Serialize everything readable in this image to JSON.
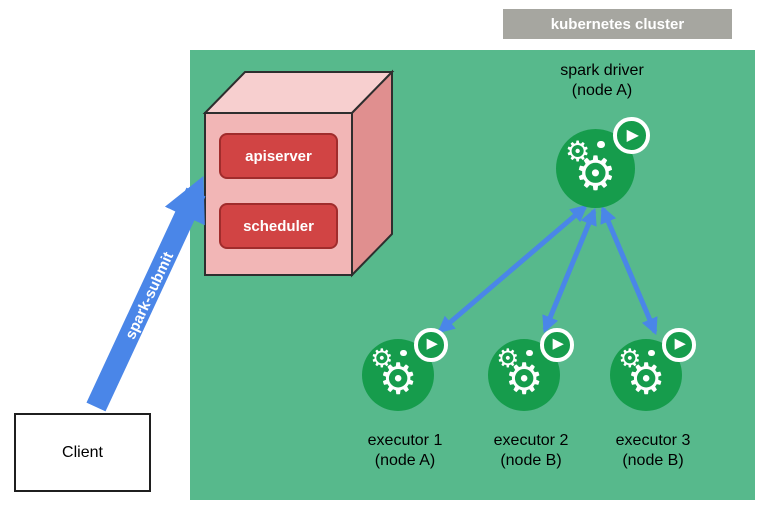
{
  "labels": {
    "cluster": "kubernetes cluster",
    "client": "Client",
    "spark_submit": "spark-submit",
    "apiserver": "apiserver",
    "scheduler": "scheduler"
  },
  "driver": {
    "line1": "spark driver",
    "line2": "(node A)"
  },
  "executors": [
    {
      "line1": "executor 1",
      "line2": "(node A)"
    },
    {
      "line1": "executor 2",
      "line2": "(node B)"
    },
    {
      "line1": "executor 3",
      "line2": "(node B)"
    }
  ],
  "icons": {
    "gear": "⚙",
    "play": "▶"
  },
  "colors": {
    "cluster_bg": "#57b98c",
    "cluster_label_bg": "#a6a6a0",
    "arrow_blue": "#4a86e8",
    "box_red": "#d14444",
    "box_red_border": "#a02c2c",
    "cube_front": "#f2b6b6",
    "cube_top": "#f7cfcf",
    "cube_side": "#e08f8f",
    "pod_green": "#169c4c"
  }
}
